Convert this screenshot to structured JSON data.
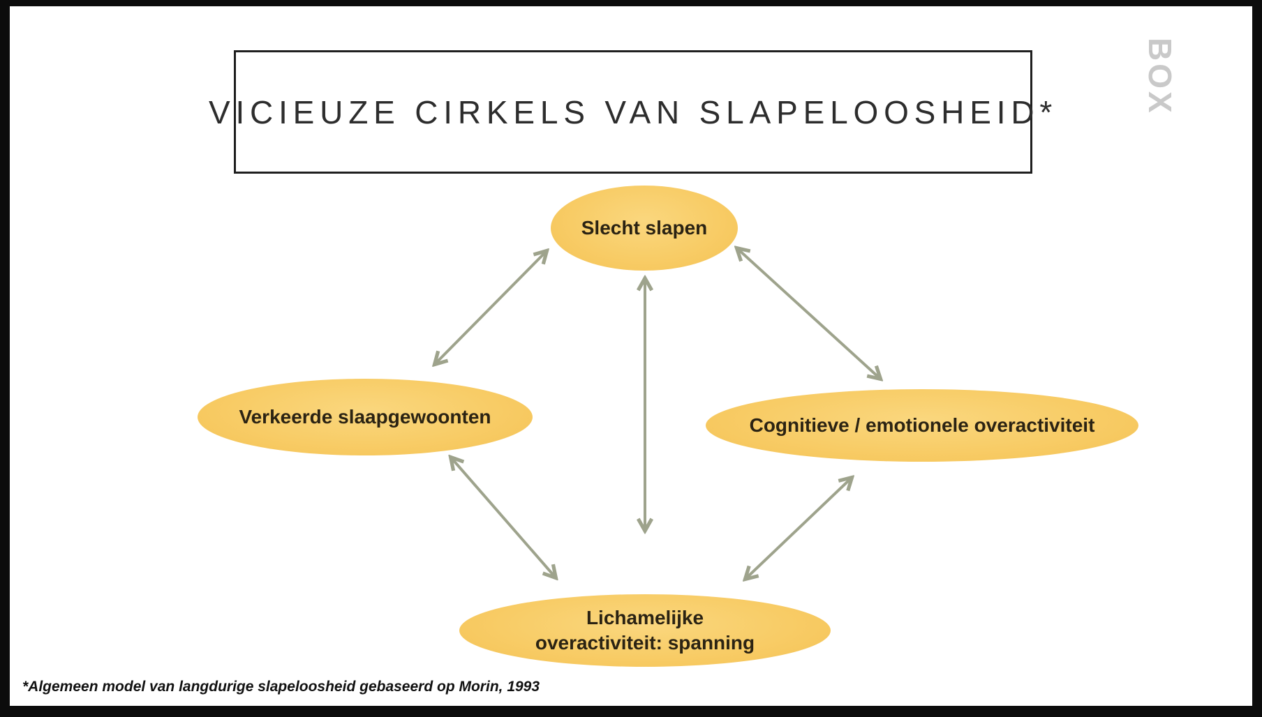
{
  "slide": {
    "title": "VICIEUZE CIRKELS VAN SLAPELOOSHEID*",
    "footnote": "*Algemeen model van langdurige slapeloosheid gebaseerd op Morin, 1993",
    "logo": "BOX"
  },
  "nodes": {
    "top": {
      "label": "Slecht slapen"
    },
    "left": {
      "label": "Verkeerde slaapgewoonten"
    },
    "right": {
      "label": "Cognitieve / emotionele overactiviteit"
    },
    "bottom": {
      "line1": "Lichamelijke",
      "line2": "overactiviteit: spanning"
    }
  },
  "edges": [
    {
      "from": "Slecht slapen",
      "to": "Verkeerde slaapgewoonten",
      "bidirectional": true
    },
    {
      "from": "Slecht slapen",
      "to": "Lichamelijke overactiviteit: spanning",
      "bidirectional": true
    },
    {
      "from": "Slecht slapen",
      "to": "Cognitieve / emotionele overactiviteit",
      "bidirectional": true
    },
    {
      "from": "Verkeerde slaapgewoonten",
      "to": "Lichamelijke overactiviteit: spanning",
      "bidirectional": true
    },
    {
      "from": "Cognitieve / emotionele overactiviteit",
      "to": "Lichamelijke overactiviteit: spanning",
      "bidirectional": true
    }
  ],
  "colors": {
    "ellipse_fill": "#F8CC66",
    "arrow": "#9EA38C",
    "title_text": "#2D2D2D",
    "frame": "#0C0C0C",
    "logo_gray": "#C9C9C9"
  }
}
